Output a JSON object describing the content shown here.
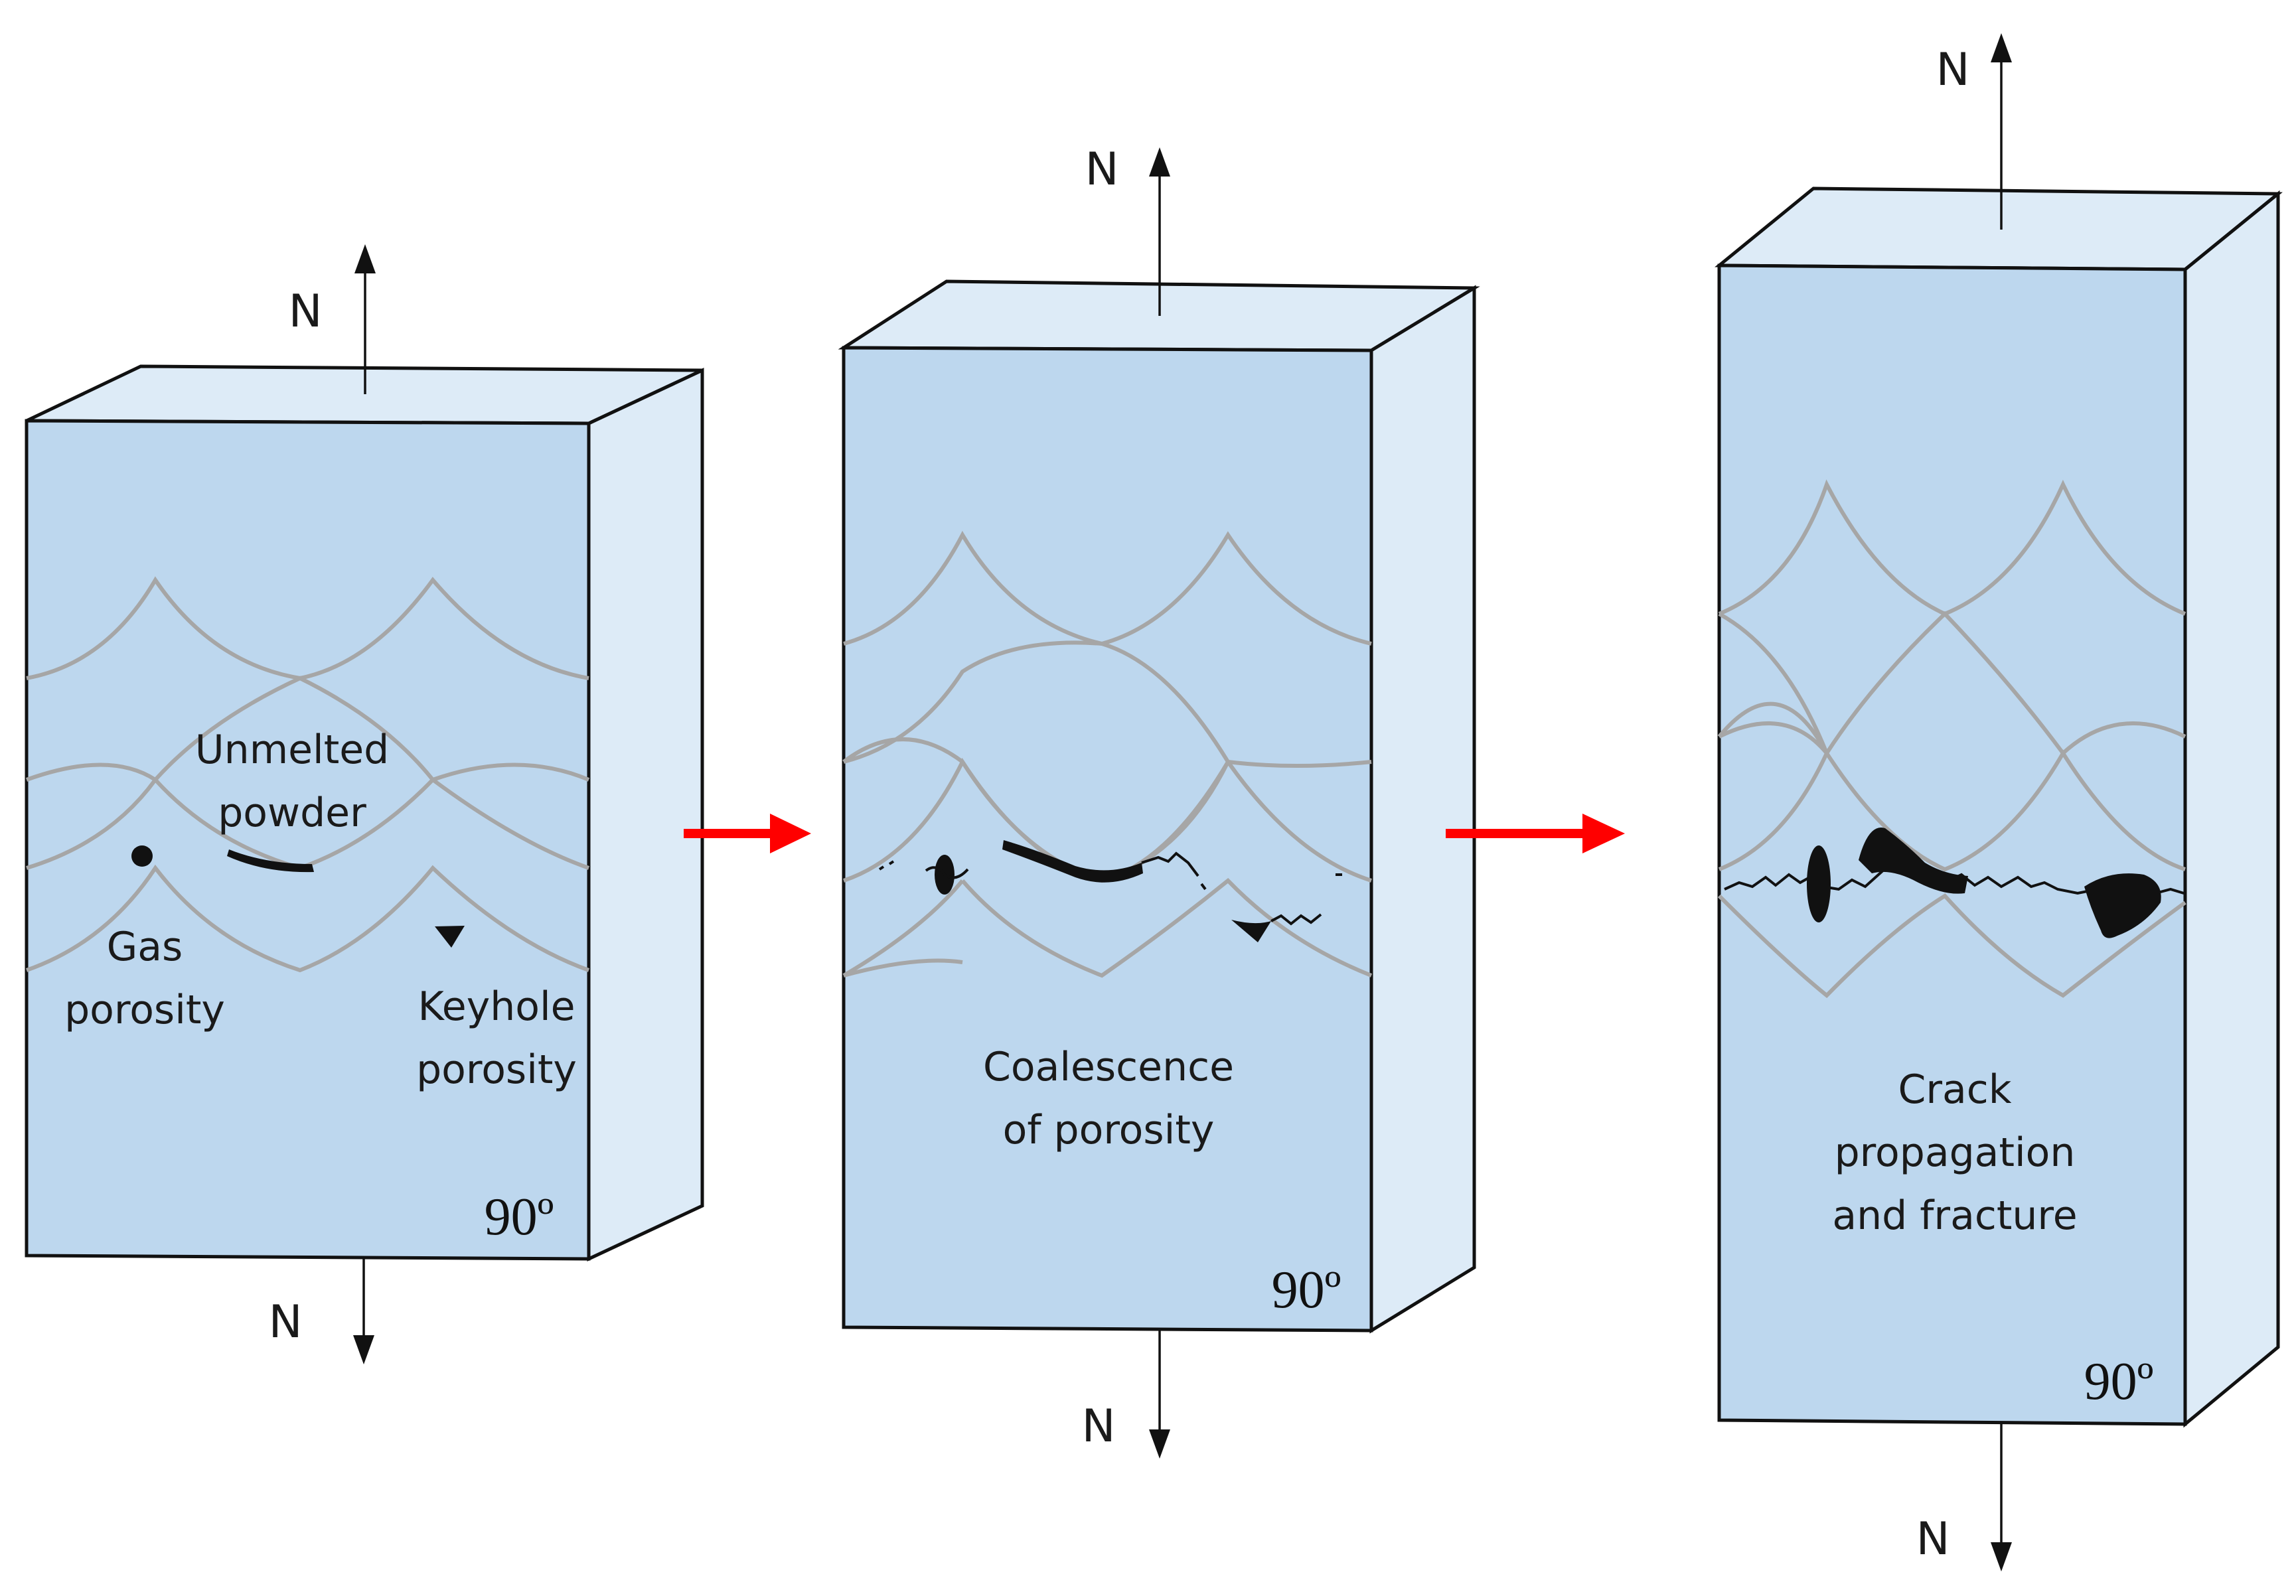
{
  "force_label": "N",
  "angle_label": "90º",
  "panels": [
    {
      "labels": {
        "unmelted": [
          "Unmelted",
          "powder"
        ],
        "gas": [
          "Gas",
          "porosity"
        ],
        "keyhole": [
          "Keyhole",
          "porosity"
        ]
      }
    },
    {
      "labels": {
        "stage": [
          "Coalescence",
          "of  porosity"
        ]
      }
    },
    {
      "labels": {
        "stage": [
          "Crack",
          "propagation",
          "and fracture"
        ]
      }
    }
  ],
  "colors": {
    "front_face": "#bdd7ee",
    "side_face": "#ddebf7",
    "melt_pool_lines": "#a6a6a6",
    "arrow_between_stages": "#ff0000"
  }
}
